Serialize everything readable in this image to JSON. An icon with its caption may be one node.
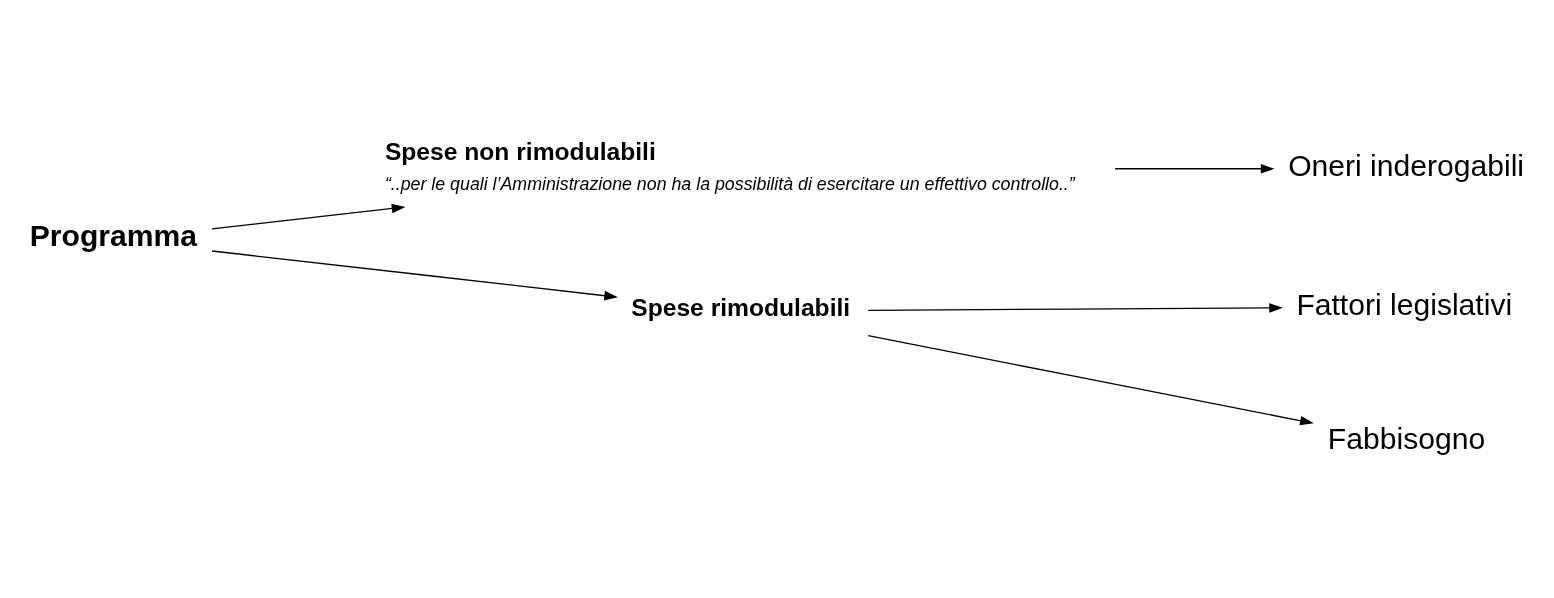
{
  "diagram": {
    "nodes": [
      {
        "text": [
          "Programma"
        ]
      },
      {
        "text": [
          "Spese non rimodulabili"
        ],
        "beside": [
          "“..per le quali l’Amministrazione non ha la possibilità di esercitare un effettivo controllo..”"
        ]
      },
      {
        "text": [
          "Oneri inderogabili"
        ]
      },
      {
        "text": [
          "Spese rimodulabili"
        ]
      },
      {
        "text": [
          "Fattori legislativi"
        ]
      },
      {
        "text": [
          "Fabbisogno"
        ]
      }
    ],
    "edges": [
      {
        "from": 0,
        "to": 1,
        "arrow": "to"
      },
      {
        "from": 0,
        "to": 3,
        "arrow": "to"
      },
      {
        "from": 1,
        "to": 2,
        "arrow": "to"
      },
      {
        "from": 3,
        "to": 4,
        "arrow": "to"
      },
      {
        "from": 3,
        "to": 5,
        "arrow": "to"
      }
    ]
  }
}
